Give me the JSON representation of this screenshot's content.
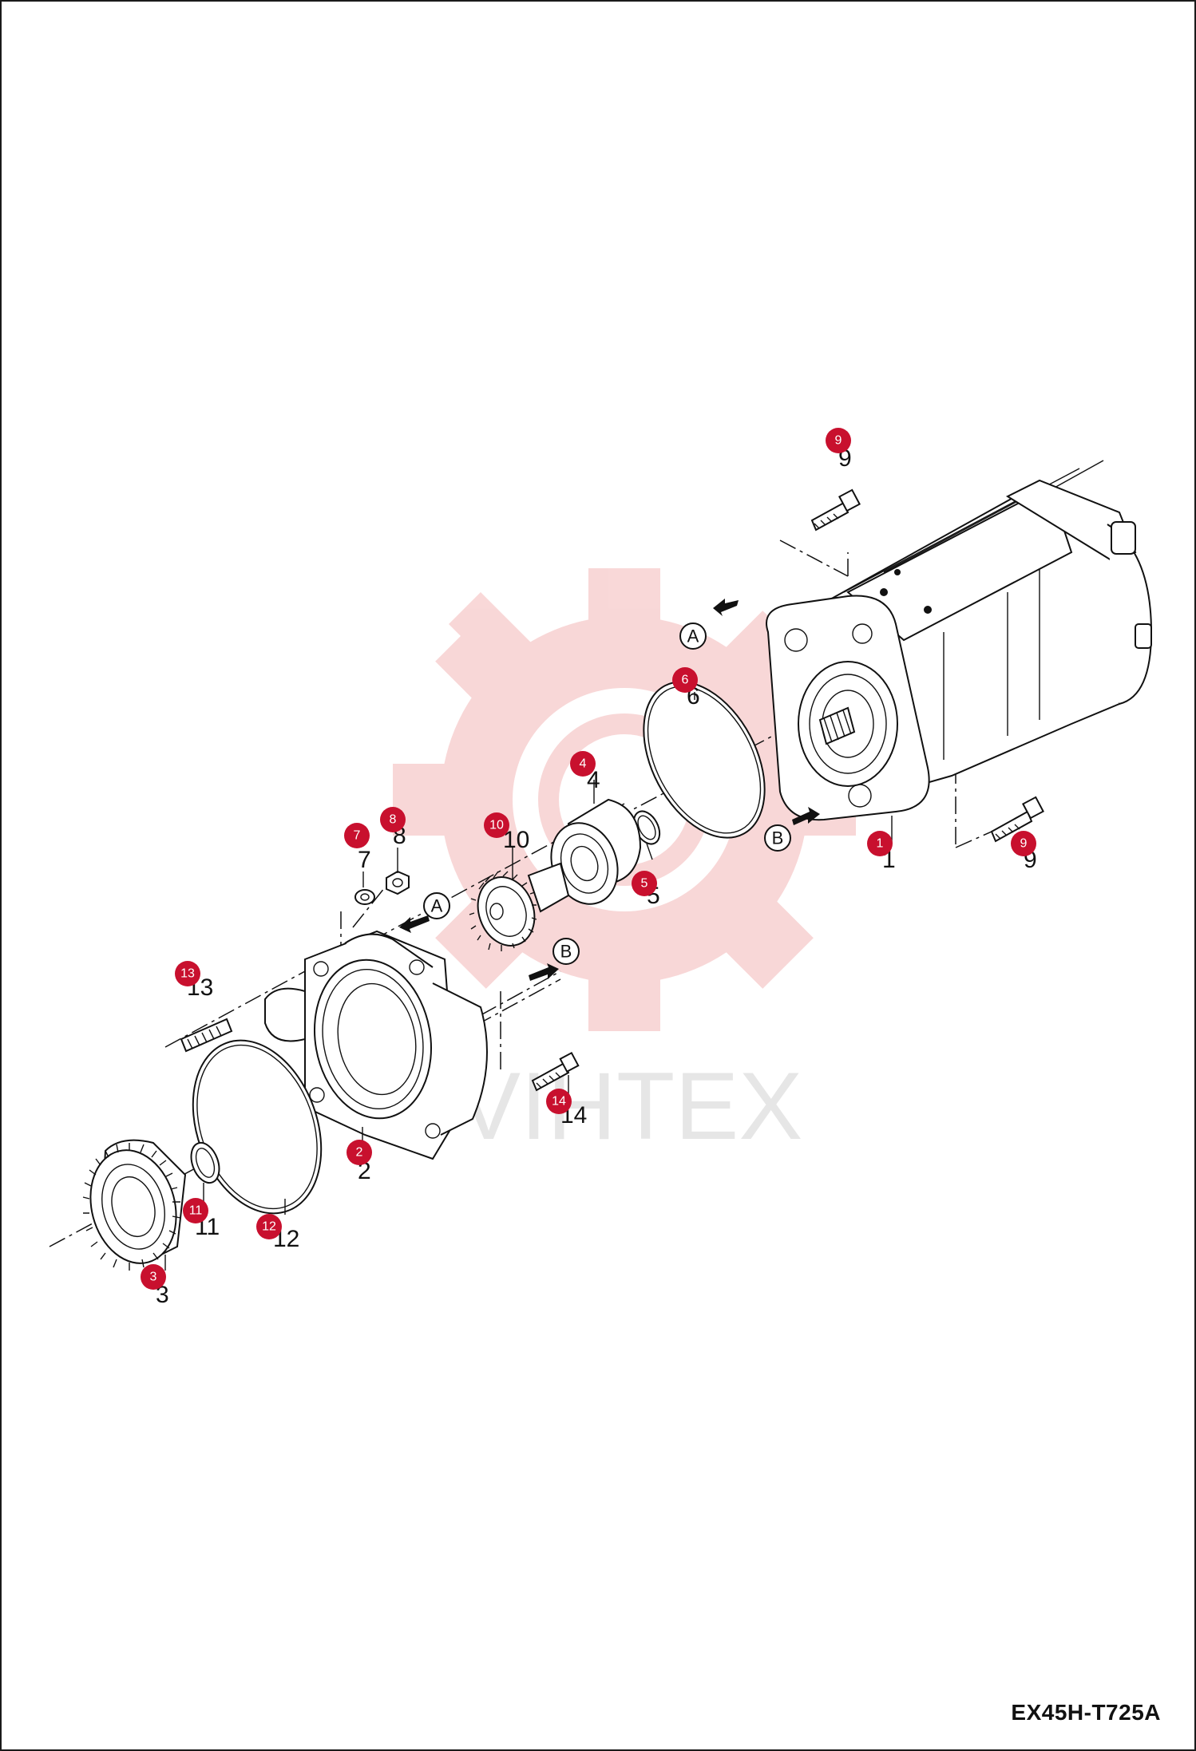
{
  "drawing": {
    "code": "EX45H-T725A",
    "watermark_text": "VIHTEX",
    "badge_color": "#c8102e",
    "watermark_color": "#f4b8b8"
  },
  "callouts": [
    {
      "id": 1,
      "badge": "1",
      "label": "1"
    },
    {
      "id": 2,
      "badge": "2",
      "label": "2"
    },
    {
      "id": 3,
      "badge": "3",
      "label": "3"
    },
    {
      "id": 4,
      "badge": "4",
      "label": "4"
    },
    {
      "id": 5,
      "badge": "5",
      "label": "5"
    },
    {
      "id": 6,
      "badge": "6",
      "label": "6"
    },
    {
      "id": 7,
      "badge": "7",
      "label": "7"
    },
    {
      "id": 8,
      "badge": "8",
      "label": "8"
    },
    {
      "id": 9,
      "badge": "9",
      "label": "9"
    },
    {
      "id": 10,
      "badge": "10",
      "label": "10"
    },
    {
      "id": 11,
      "badge": "11",
      "label": "11"
    },
    {
      "id": 12,
      "badge": "12",
      "label": "12"
    },
    {
      "id": 13,
      "badge": "13",
      "label": "13"
    },
    {
      "id": 14,
      "badge": "14",
      "label": "14"
    }
  ],
  "references": {
    "a": "A",
    "b": "B"
  }
}
